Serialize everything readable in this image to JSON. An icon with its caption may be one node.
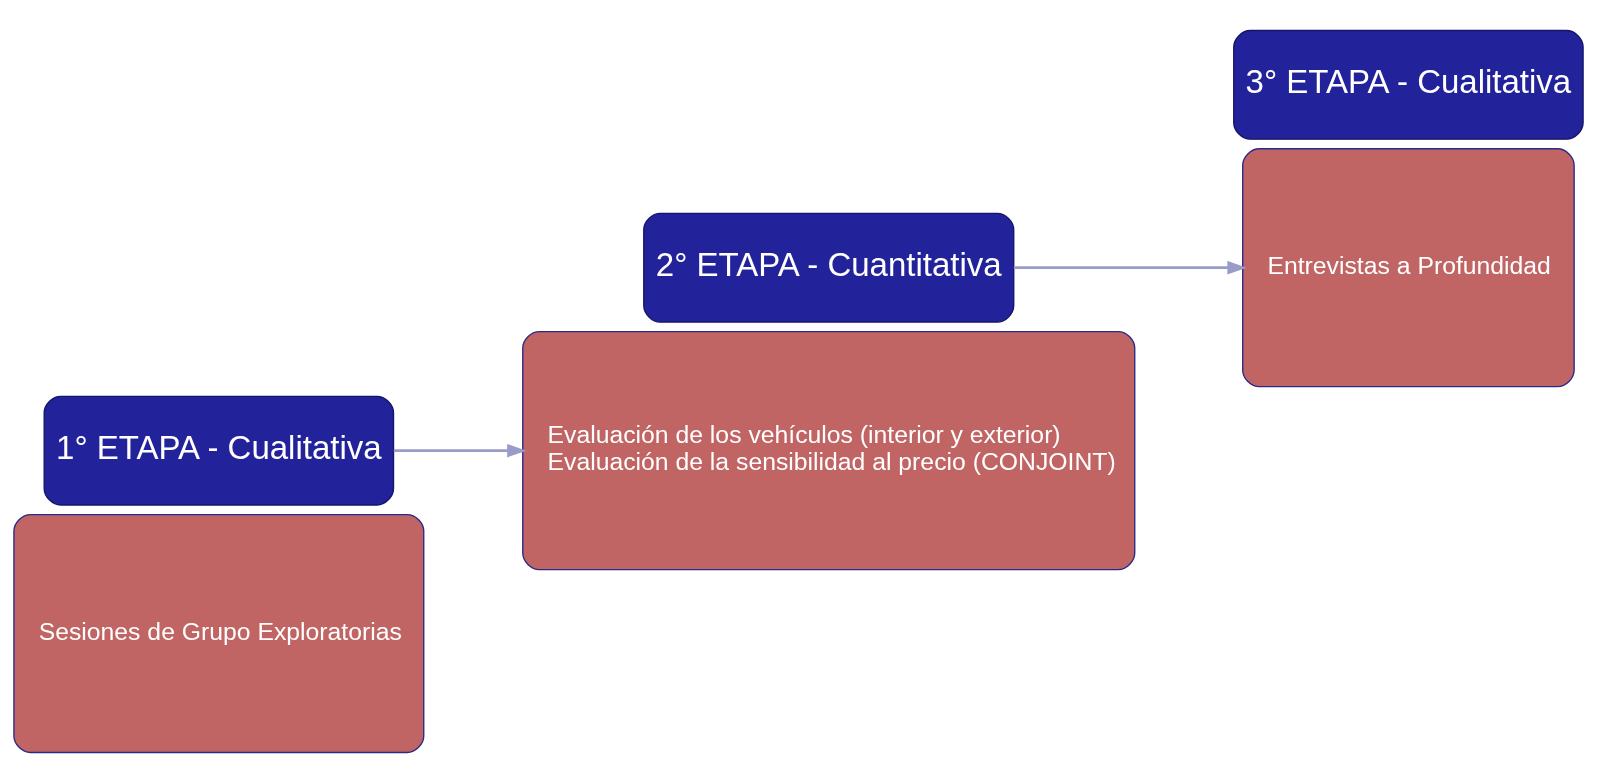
{
  "diagram": {
    "nodes": [
      {
        "text": [
          "Sesiones de Grupo Exploratorias"
        ]
      },
      {
        "text": [
          "1° ETAPA - Cualitativa"
        ]
      },
      {
        "text": [
          "Evaluación de los vehículos (interior y exterior)",
          "Evaluación de la sensibilidad al precio (CONJOINT)"
        ]
      },
      {
        "text": [
          "2° ETAPA - Cuantitativa"
        ]
      },
      {
        "text": [
          "Entrevistas a Profundidad"
        ]
      },
      {
        "text": [
          "3° ETAPA - Cualitativa"
        ]
      }
    ],
    "edges": [
      {
        "from": 1,
        "to": 2,
        "arrow": "to"
      },
      {
        "from": 3,
        "to": 4,
        "arrow": "to"
      }
    ]
  }
}
